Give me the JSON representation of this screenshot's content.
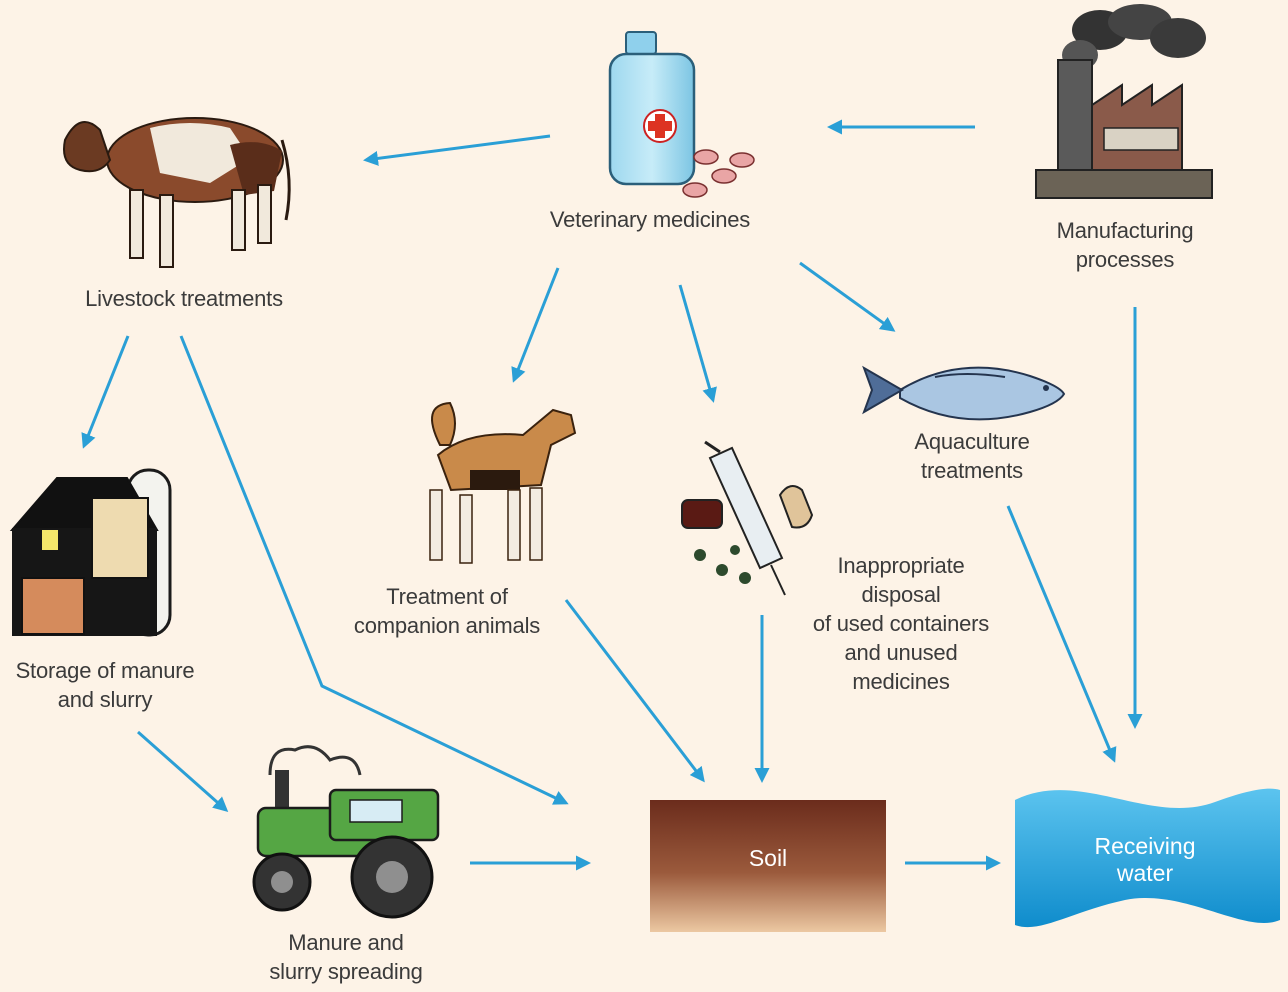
{
  "nodes": {
    "veterinary_medicines": "Veterinary medicines",
    "manufacturing": "Manufacturing\nprocesses",
    "livestock": "Livestock treatments",
    "storage": "Storage of manure\nand slurry",
    "companion": "Treatment of\ncompanion animals",
    "disposal": "Inappropriate\ndisposal\nof used containers\nand unused\nmedicines",
    "aquaculture": "Aquaculture\ntreatments",
    "spreading": "Manure and\nslurry spreading",
    "soil": "Soil",
    "receiving_water": "Receiving\nwater"
  },
  "colors": {
    "background": "#fdf3e7",
    "arrow": "#2a9fd6",
    "soil_top": "#6b2c1c",
    "soil_bottom": "#e8c29d",
    "water": "#1e9ad6"
  },
  "icons": [
    "cow-icon",
    "medicine-bottle-icon",
    "factory-icon",
    "barn-icon",
    "dog-icon",
    "syringe-icon",
    "fish-icon",
    "tractor-icon"
  ]
}
